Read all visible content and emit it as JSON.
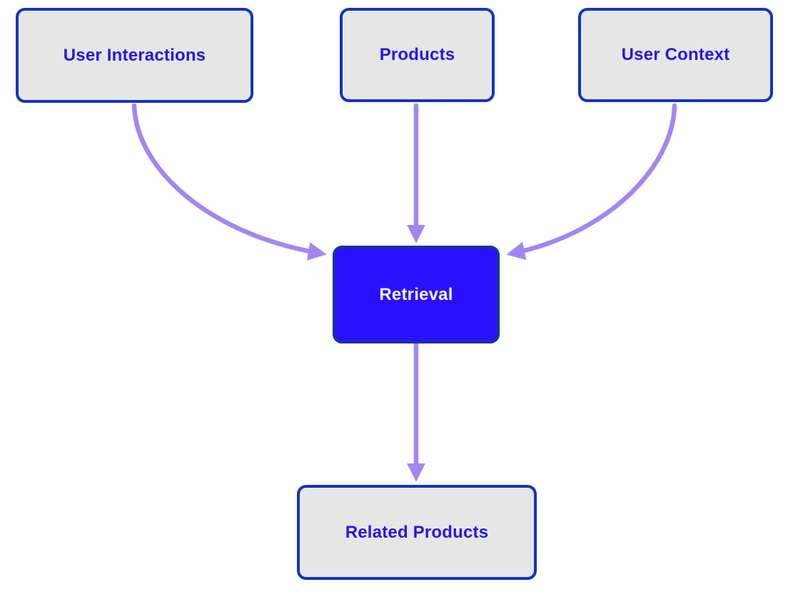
{
  "diagram": {
    "type": "flowchart",
    "direction": "top-down",
    "nodes": [
      {
        "id": "user-interactions",
        "label": "User Interactions",
        "style": "default"
      },
      {
        "id": "products",
        "label": "Products",
        "style": "default"
      },
      {
        "id": "user-context",
        "label": "User Context",
        "style": "default"
      },
      {
        "id": "retrieval",
        "label": "Retrieval",
        "style": "emphasis"
      },
      {
        "id": "related-products",
        "label": "Related Products",
        "style": "default"
      }
    ],
    "edges": [
      {
        "from": "user-interactions",
        "to": "retrieval",
        "shape": "curved"
      },
      {
        "from": "products",
        "to": "retrieval",
        "shape": "straight"
      },
      {
        "from": "user-context",
        "to": "retrieval",
        "shape": "curved"
      },
      {
        "from": "retrieval",
        "to": "related-products",
        "shape": "straight"
      }
    ],
    "colors": {
      "background": "#ffffff",
      "node_fill": "#e6e6e6",
      "node_border": "#1434bc",
      "node_text": "#2a15e0",
      "emphasis_fill": "#2b0fff",
      "emphasis_border": "#17349c",
      "emphasis_text": "#f4f3fb",
      "arrow": "#a385f2"
    }
  }
}
